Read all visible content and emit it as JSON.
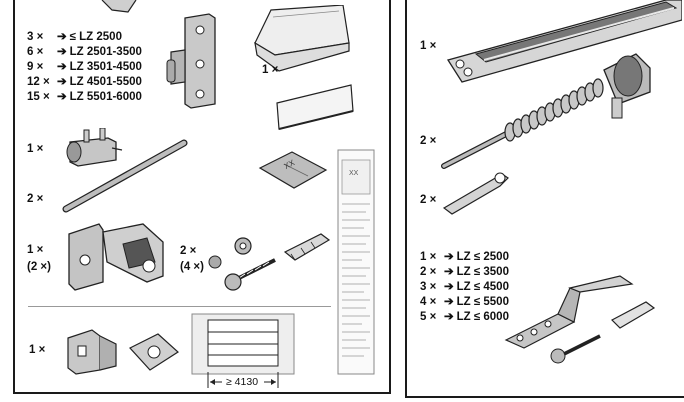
{
  "left_panel": {
    "hinge_table": [
      {
        "qty": "3 ×",
        "arrow": "➔",
        "range": "≤ LZ 2500"
      },
      {
        "qty": "6 ×",
        "arrow": "➔",
        "range": "LZ 2501-3500"
      },
      {
        "qty": "9 ×",
        "arrow": "➔",
        "range": "LZ 3501-4500"
      },
      {
        "qty": "12 ×",
        "arrow": "➔",
        "range": "LZ 4501-5500"
      },
      {
        "qty": "15 ×",
        "arrow": "➔",
        "range": "LZ 5501-6000"
      }
    ],
    "sheet_qty": "1 ×",
    "coupler_qty": "1 ×",
    "rod_qty": "2 ×",
    "bracket_qty": "1 ×",
    "bracket_qty_alt": "(2 ×)",
    "screw_qty": "2 ×",
    "screw_qty_alt": "(4 ×)",
    "label_text": "XX",
    "doc_label_text": "XX",
    "bottom_qty": "1 ×",
    "door_width": "≥ 4130"
  },
  "right_panel": {
    "rail_qty": "1 ×",
    "spring_qty": "2 ×",
    "clip_qty": "2 ×",
    "hanger_table": [
      {
        "qty": "1 ×",
        "arrow": "➔",
        "range": "LZ ≤ 2500"
      },
      {
        "qty": "2 ×",
        "arrow": "➔",
        "range": "LZ ≤ 3500"
      },
      {
        "qty": "3 ×",
        "arrow": "➔",
        "range": "LZ ≤ 4500"
      },
      {
        "qty": "4 ×",
        "arrow": "➔",
        "range": "LZ ≤ 5500"
      },
      {
        "qty": "5 ×",
        "arrow": "➔",
        "range": "LZ ≤ 6000"
      }
    ]
  }
}
